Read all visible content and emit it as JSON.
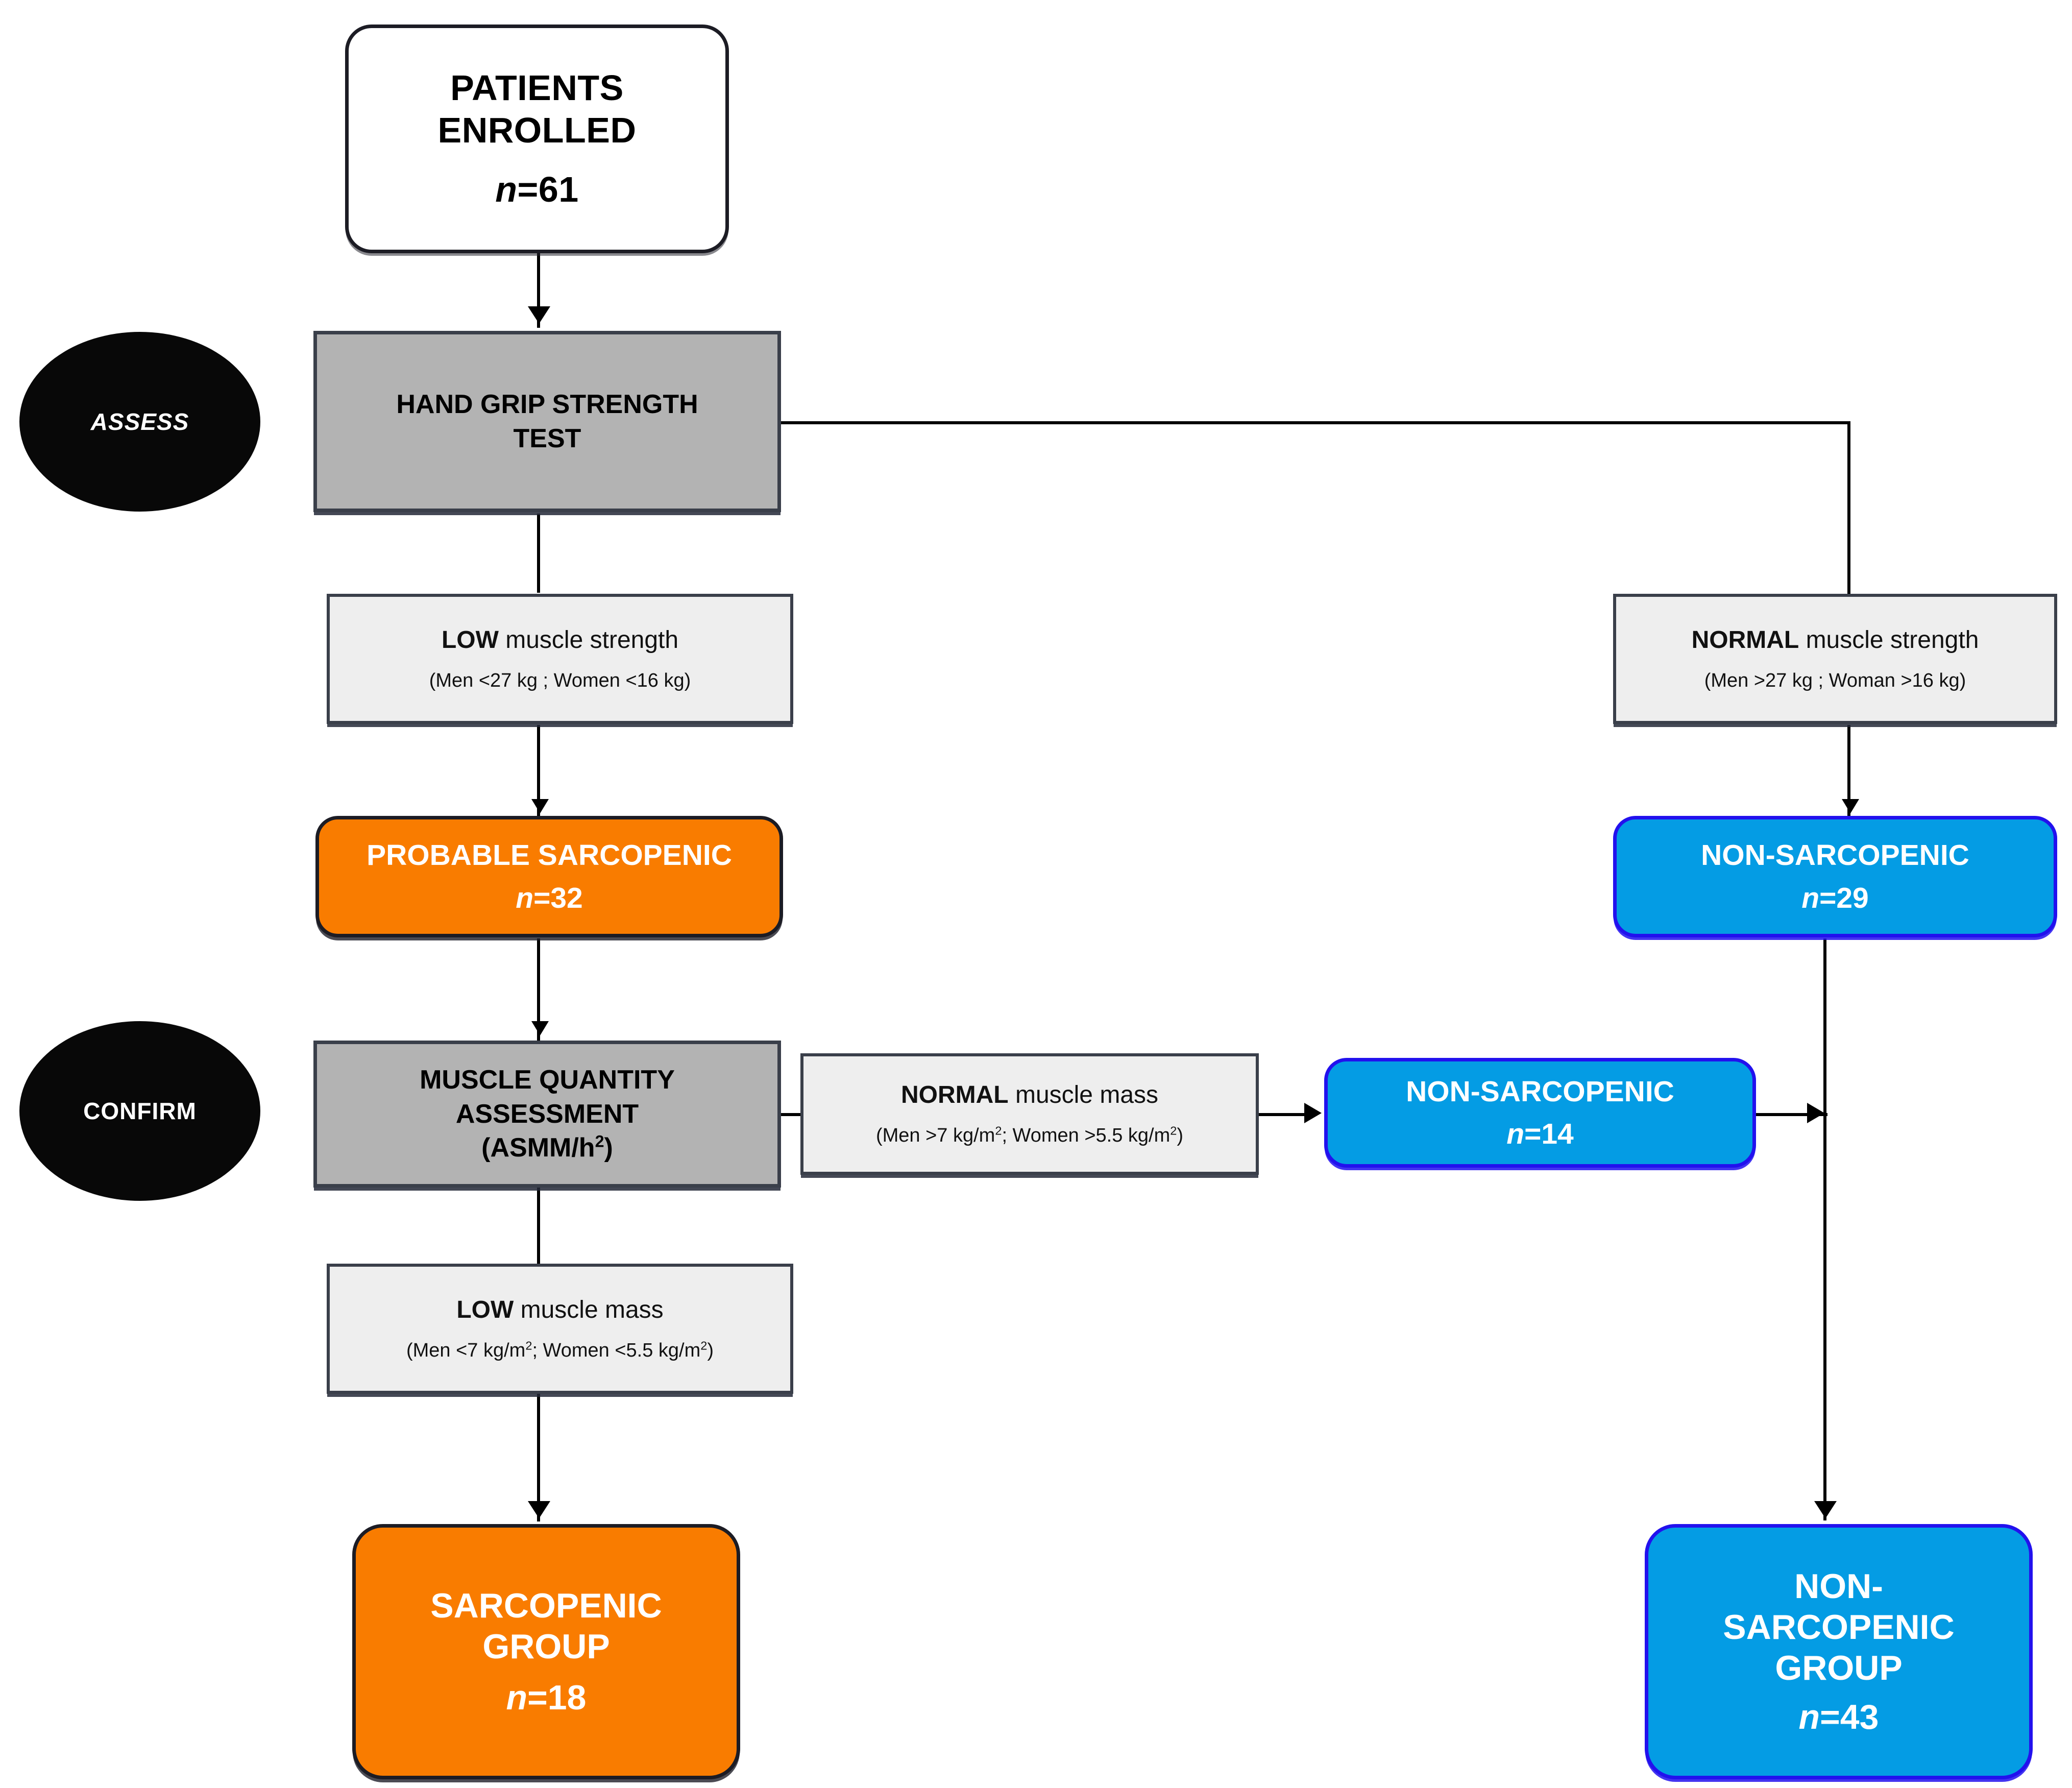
{
  "diagram": {
    "title": "Sarcopenia screening and diagnosis flowchart",
    "colors": {
      "orange": "#F97C00",
      "blue": "#049CE4",
      "blue_border": "#2211EE",
      "gray_process": "#b3b3b3",
      "light_criteria": "#eeeeee",
      "stroke": "#1c1c24",
      "ellipse": "#080808"
    }
  },
  "stages": {
    "assess": "ASSESS",
    "confirm": "CONFIRM"
  },
  "nodes": {
    "enrolled": {
      "line1": "PATIENTS",
      "line2": "ENROLLED",
      "n_prefix": "n",
      "n_value": "=61"
    },
    "grip_test": {
      "line1": "HAND GRIP STRENGTH",
      "line2": "TEST"
    },
    "low_strength": {
      "bold": "LOW",
      "rest": " muscle strength",
      "criteria": "(Men <27 kg ; Women <16 kg)"
    },
    "normal_strength": {
      "bold": "NORMAL",
      "rest": " muscle strength",
      "criteria": "(Men >27 kg ; Woman >16 kg)"
    },
    "probable_sarcopenic": {
      "label": "PROBABLE SARCOPENIC",
      "n_prefix": "n",
      "n_value": "=32"
    },
    "non_sarcopenic_29": {
      "label": "NON-SARCOPENIC",
      "n_prefix": "n",
      "n_value": "=29"
    },
    "muscle_quantity": {
      "line1": "MUSCLE QUANTITY",
      "line2": "ASSESSMENT",
      "line3_pre": "(ASMM/h",
      "line3_sup": "2",
      "line3_post": ")"
    },
    "normal_mass": {
      "bold": "NORMAL",
      "rest": " muscle mass",
      "crit_a": "(Men >7 kg/m",
      "crit_sup1": "2",
      "crit_b": "; Women >5.5 kg/m",
      "crit_sup2": "2",
      "crit_c": ")"
    },
    "low_mass": {
      "bold": "LOW",
      "rest": " muscle mass",
      "crit_a": "(Men <7 kg/m",
      "crit_sup1": "2",
      "crit_b": "; Women <5.5 kg/m",
      "crit_sup2": "2",
      "crit_c": ")"
    },
    "non_sarcopenic_14": {
      "label": "NON-SARCOPENIC",
      "n_prefix": "n",
      "n_value": "=14"
    },
    "sarcopenic_group": {
      "line1": "SARCOPENIC",
      "line2": "GROUP",
      "n_prefix": "n",
      "n_value": "=18"
    },
    "non_sarcopenic_group": {
      "line1": "NON-",
      "line2": "SARCOPENIC",
      "line3": "GROUP",
      "n_prefix": "n",
      "n_value": "=43"
    }
  }
}
